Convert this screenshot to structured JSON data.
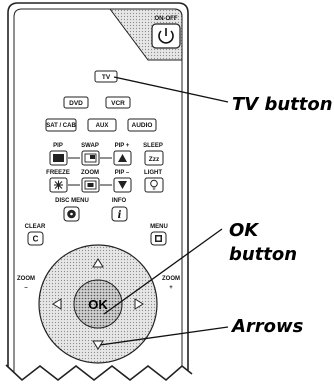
{
  "remote": {
    "power_label": "ON-OFF",
    "source_buttons": {
      "tv": "TV",
      "dvd": "DVD",
      "vcr": "VCR"
    },
    "mode_buttons": {
      "sat_cab": "SAT / CAB",
      "aux": "AUX",
      "audio": "AUDIO"
    },
    "pip_row": {
      "pip": "PIP",
      "swap": "SWAP",
      "pip_plus": "PIP +",
      "sleep": "SLEEP",
      "sleep_glyph": "Zzz"
    },
    "freeze_row": {
      "freeze": "FREEZE",
      "zoom": "ZOOM",
      "pip_minus": "PIP –",
      "light": "LIGHT"
    },
    "menu_row": {
      "disc_menu": "DISC MENU",
      "info": "INFO",
      "info_glyph": "i"
    },
    "clear": "CLEAR",
    "clear_glyph": "C",
    "menu": "MENU",
    "zoom_minus": "ZOOM",
    "zoom_minus_sign": "–",
    "zoom_plus": "ZOOM",
    "zoom_plus_sign": "+",
    "ok": "OK"
  },
  "callouts": {
    "tv_button": "TV button",
    "ok_line1": "OK",
    "ok_line2": "button",
    "arrows": "Arrows"
  }
}
